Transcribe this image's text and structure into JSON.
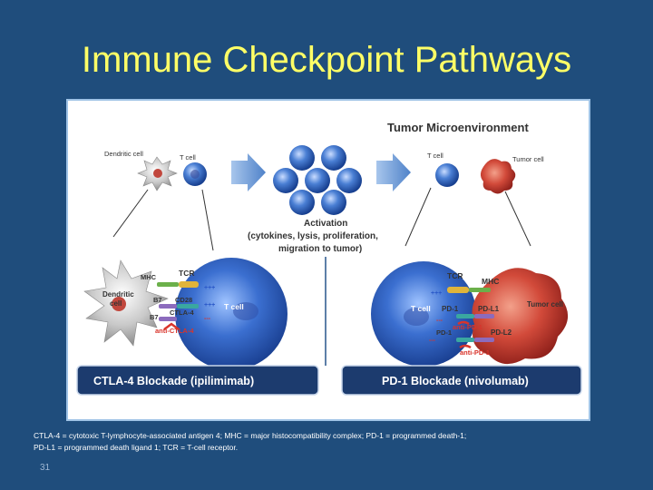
{
  "slide": {
    "title": "Immune Checkpoint Pathways",
    "caption_line1": "CTLA-4 = cytotoxic T-lymphocyte-associated antigen 4; MHC = major histocompatibility complex; PD-1 = programmed death-1;",
    "caption_line2": "PD-L1 = programmed death ligand 1; TCR = T-cell receptor.",
    "page_number": "31"
  },
  "diagram": {
    "heading": "Tumor Microenvironment",
    "top_left": {
      "dendritic_label": "Dendritic cell",
      "tcell_label": "T cell"
    },
    "top_right": {
      "tcell_label": "T cell",
      "tumor_label": "Tumor cell"
    },
    "activation": {
      "line1": "Activation",
      "line2": "(cytokines, lysis, proliferation,",
      "line3": "migration to tumor)"
    },
    "left_panel": {
      "mhc": "MHC",
      "tcr": "TCR",
      "dendritic": "Dendritic",
      "cell": "cell",
      "b7_top": "B7",
      "cd28": "CD28",
      "b7_bottom": "B7",
      "ctla4": "CTLA-4",
      "anti_ctla4": "anti-CTLA-4",
      "tcell": "T cell",
      "plus1": "+++",
      "plus2": "+++",
      "minus": "---",
      "banner": "CTLA-4 Blockade (ipilimimab)"
    },
    "right_panel": {
      "tcr": "TCR",
      "mhc": "MHC",
      "tcell": "T cell",
      "pd1_top": "PD-1",
      "pdl1": "PD-L1",
      "tumor_cell": "Tumor cell",
      "anti_pd1_top": "anti-PD-1",
      "pd1_bottom": "PD-1",
      "pdl2": "PD-L2",
      "anti_pd1_bottom": "anti-PD-1",
      "plus": "+++",
      "minus1": "---",
      "minus2": "---",
      "banner": "PD-1 Blockade (nivolumab)"
    },
    "colors": {
      "tcell_blue": "#2f5fb8",
      "tumor_red": "#c0332a",
      "arrow_blue": "#7aa6dc",
      "banner_navy": "#1c3b6e",
      "negative_red": "#d9342b",
      "positive_blue": "#2a58c8"
    }
  }
}
